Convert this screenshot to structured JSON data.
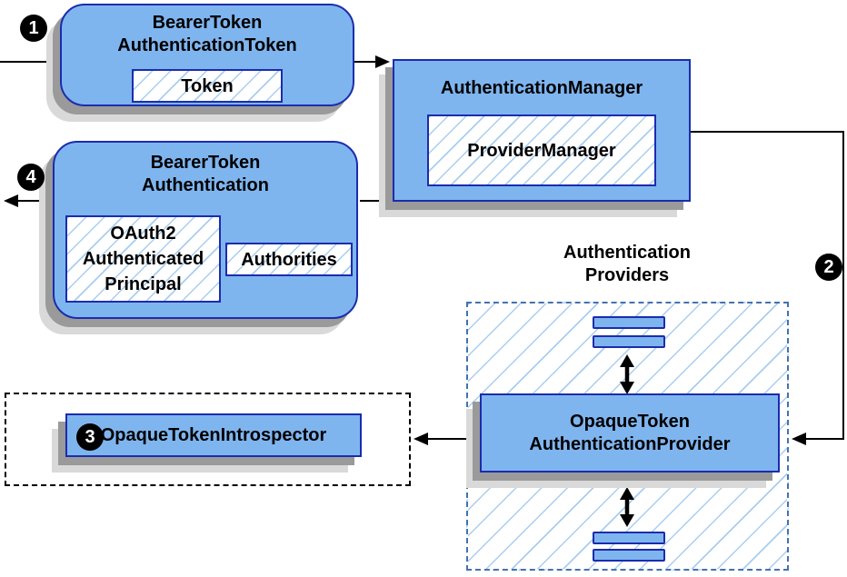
{
  "badges": {
    "step1": "1",
    "step2": "2",
    "step3": "3",
    "step4": "4"
  },
  "boxes": {
    "bearer_token_authentication_token": {
      "title": [
        "BearerToken",
        "AuthenticationToken"
      ],
      "token_label": "Token"
    },
    "authentication_manager": {
      "title": "AuthenticationManager",
      "provider_manager_label": "ProviderManager"
    },
    "bearer_token_authentication": {
      "title": [
        "BearerToken",
        "Authentication"
      ],
      "principal_label": [
        "OAuth2",
        "Authenticated",
        "Principal"
      ],
      "authorities_label": "Authorities"
    },
    "authentication_providers": {
      "title": [
        "Authentication",
        "Providers"
      ]
    },
    "opaque_token_authentication_provider": {
      "title": [
        "OpaqueToken",
        "AuthenticationProvider"
      ]
    },
    "opaque_token_introspector": {
      "title": "OpaqueTokenIntrospector"
    }
  },
  "colors": {
    "box_fill": "#7fb5ef",
    "box_border": "#1b2cae",
    "hatch": "#a9cdf0",
    "container_dash": "#4472b0",
    "shadow_dark": "#9a9a9a",
    "shadow_light": "#d9d9d9",
    "arrow": "#000000"
  }
}
